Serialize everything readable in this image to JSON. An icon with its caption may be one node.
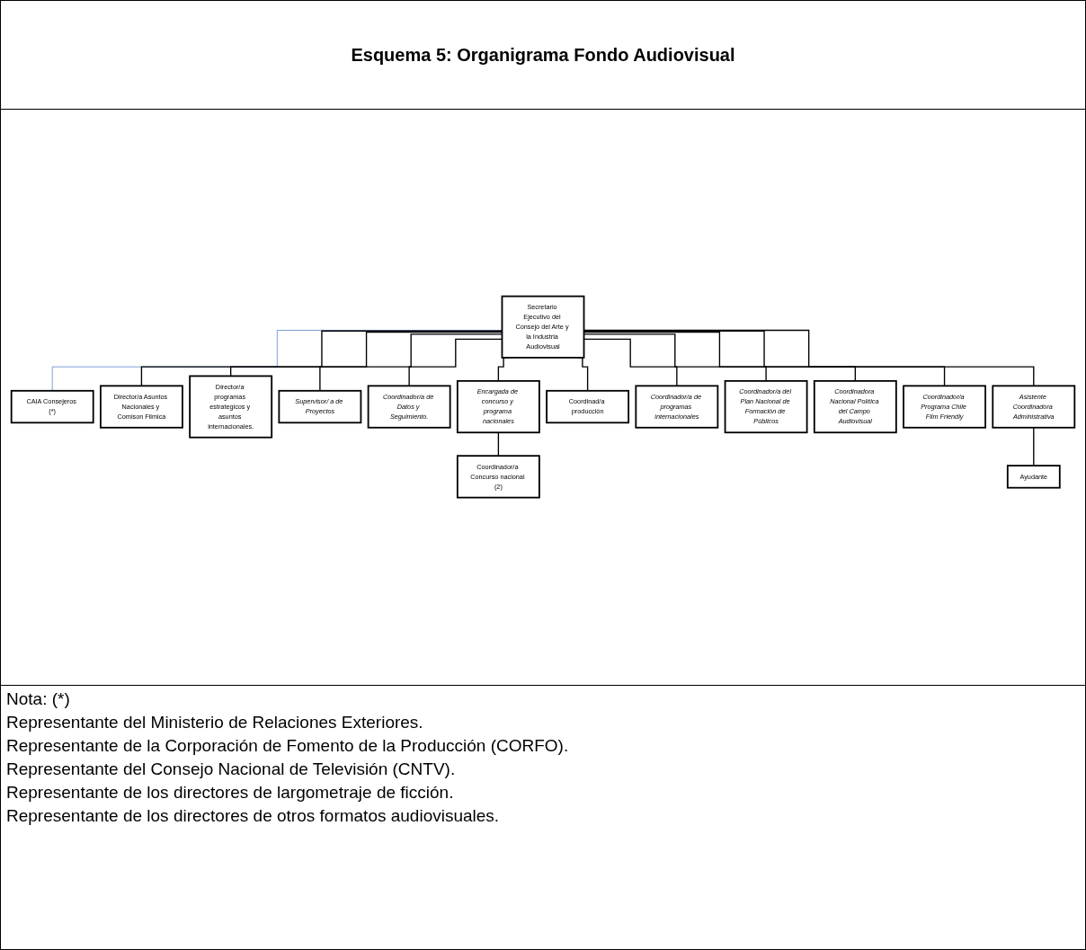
{
  "diagram": {
    "title": "Esquema  5: Organigrama Fondo Audiovisual",
    "nodes": [
      {
        "text": [
          "Secretario Ejecutivo del Consejo del Arte y la Industria Audiovisual"
        ]
      },
      {
        "text": [
          "CAIA Consejeros (*)"
        ]
      },
      {
        "text": [
          "Director/a Asuntos Nacionales y Comison Filmica"
        ]
      },
      {
        "text": [
          "Director/a programas estrategicos y asuntos internacionales."
        ]
      },
      {
        "text": [
          "Supervisor/ a de Proyectos"
        ]
      },
      {
        "text": [
          "Coordinador/a de Datos y Seguimiento."
        ]
      },
      {
        "text": [
          "Encargada de concurso y programa nacionales"
        ]
      },
      {
        "text": [
          "Coordinad/a producción"
        ]
      },
      {
        "text": [
          "Coordinador/a de programas internacionales"
        ]
      },
      {
        "text": [
          "Coordinador/a del Plan Nacional de Formación de Públicos"
        ]
      },
      {
        "text": [
          "Coordinadora Nacional Política del Campo Audiovisual"
        ]
      },
      {
        "text": [
          "Coordinador/a Programa Chile Film Friendly"
        ]
      },
      {
        "text": [
          "Coordinador/a Concurso nacional (2)"
        ]
      },
      {
        "text": [
          "Asistente Coordinadora Administrativa"
        ]
      },
      {
        "text": [
          "Ayudante"
        ]
      }
    ],
    "edges": [
      {
        "from": 0,
        "to": 1,
        "arrow": "none",
        "color": "#4472c4"
      },
      {
        "from": 0,
        "to": 2,
        "arrow": "none"
      },
      {
        "from": 0,
        "to": 3,
        "arrow": "none"
      },
      {
        "from": 0,
        "to": 4,
        "arrow": "none"
      },
      {
        "from": 0,
        "to": 5,
        "arrow": "none"
      },
      {
        "from": 0,
        "to": 6,
        "arrow": "none"
      },
      {
        "from": 0,
        "to": 7,
        "arrow": "none"
      },
      {
        "from": 0,
        "to": 13,
        "arrow": "none"
      },
      {
        "from": 0,
        "to": 8,
        "arrow": "none"
      },
      {
        "from": 0,
        "to": 9,
        "arrow": "none"
      },
      {
        "from": 0,
        "to": 10,
        "arrow": "none"
      },
      {
        "from": 0,
        "to": 11,
        "arrow": "none"
      },
      {
        "from": 6,
        "to": 12,
        "arrow": "none"
      },
      {
        "from": 13,
        "to": 14,
        "arrow": "none"
      }
    ],
    "labels": [
      "Nota: (*)",
      "Representante del Ministerio de Relaciones Exteriores.",
      "Representante de la Corporación de Fomento de la Producción (CORFO).",
      "Representante del Consejo Nacional de Televisión (CNTV).",
      "Representante de los directores de largometraje de ficción.",
      "Representante de los directores de otros formatos audiovisuales."
    ]
  }
}
